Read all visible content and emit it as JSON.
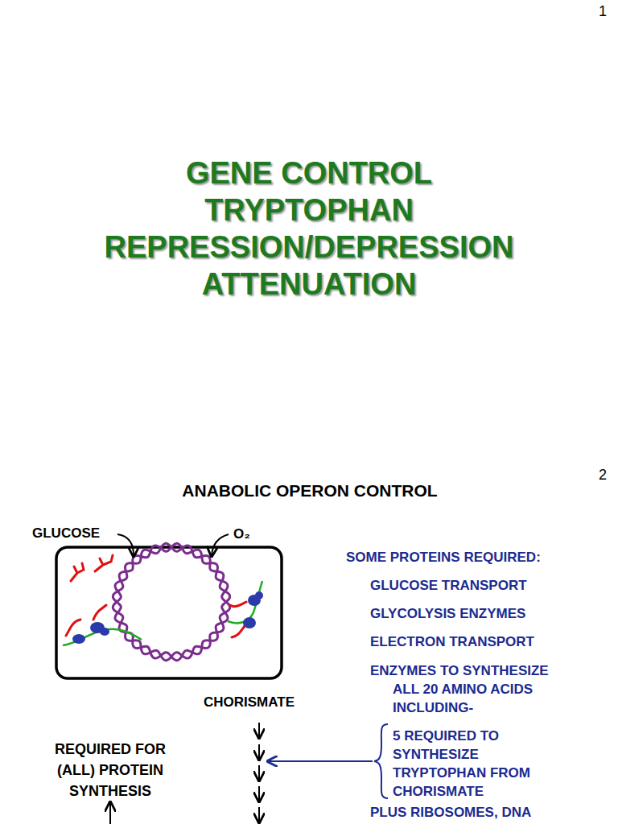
{
  "diagram": {
    "title": "GENE CONTROL TRYPTOPHAN REPRESSION/DEPRESSION ATTENUATION",
    "labels": [
      "1",
      "2",
      "ANABOLIC OPERON CONTROL",
      "GLUCOSE",
      "O₂",
      "SOME PROTEINS REQUIRED:",
      "GLUCOSE TRANSPORT",
      "GLYCOLYSIS ENZYMES",
      "ELECTRON TRANSPORT",
      "ENZYMES TO SYNTHESIZE ALL 20 AMINO ACIDS INCLUDING-",
      "CHORISMATE",
      "REQUIRED FOR (ALL) PROTEIN SYNTHESIS",
      "5 REQUIRED TO SYNTHESIZE TRYPTOPHAN FROM CHORISMATE",
      "PLUS RIBOSOMES, DNA"
    ]
  }
}
